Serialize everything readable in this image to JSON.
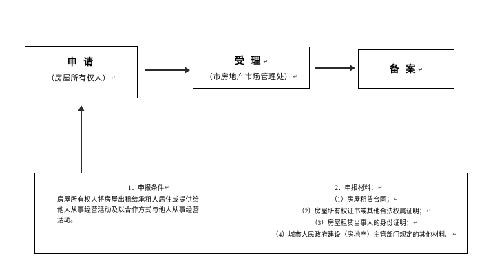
{
  "colors": {
    "background": "#ffffff",
    "box_border": "#000000",
    "arrow": "#2b2b2b",
    "text": "#000000"
  },
  "marks": {
    "return_mark": "↵"
  },
  "flow": {
    "step1": {
      "title": "申 请",
      "subtitle": "（房屋所有权人）"
    },
    "step2": {
      "title": "受 理",
      "subtitle": "（市房地产市场管理处）"
    },
    "step3": {
      "title": "备 案"
    }
  },
  "notes": {
    "conditions": {
      "heading": "1．申报条件",
      "body": "房屋所有权人将房屋出租给承租人居住或提供给他人从事经营活动及以合作方式与他人从事经营活动。"
    },
    "materials": {
      "heading": "2．申报材料：",
      "items": [
        "（1）房屋租赁合同；",
        "（2）房屋所有权证书或其他合法权属证明；",
        "（3）房屋租赁当事人的身份证明；",
        "（4）城市人民政府建设（房地产）主管部门规定的其他材料。"
      ]
    }
  }
}
